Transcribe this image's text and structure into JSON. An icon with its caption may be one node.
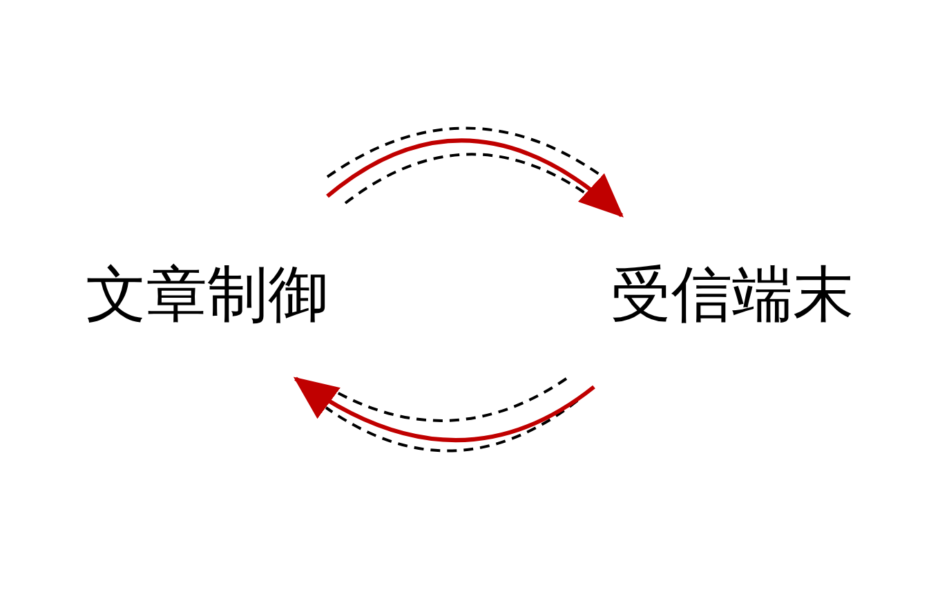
{
  "diagram": {
    "nodes": [
      {
        "text": [
          "文章制御"
        ]
      },
      {
        "text": [
          "受信端末"
        ]
      }
    ],
    "edges": [
      {
        "from": 0,
        "to": 1,
        "arrow": "to"
      },
      {
        "from": 1,
        "to": 0,
        "arrow": "to"
      }
    ]
  }
}
